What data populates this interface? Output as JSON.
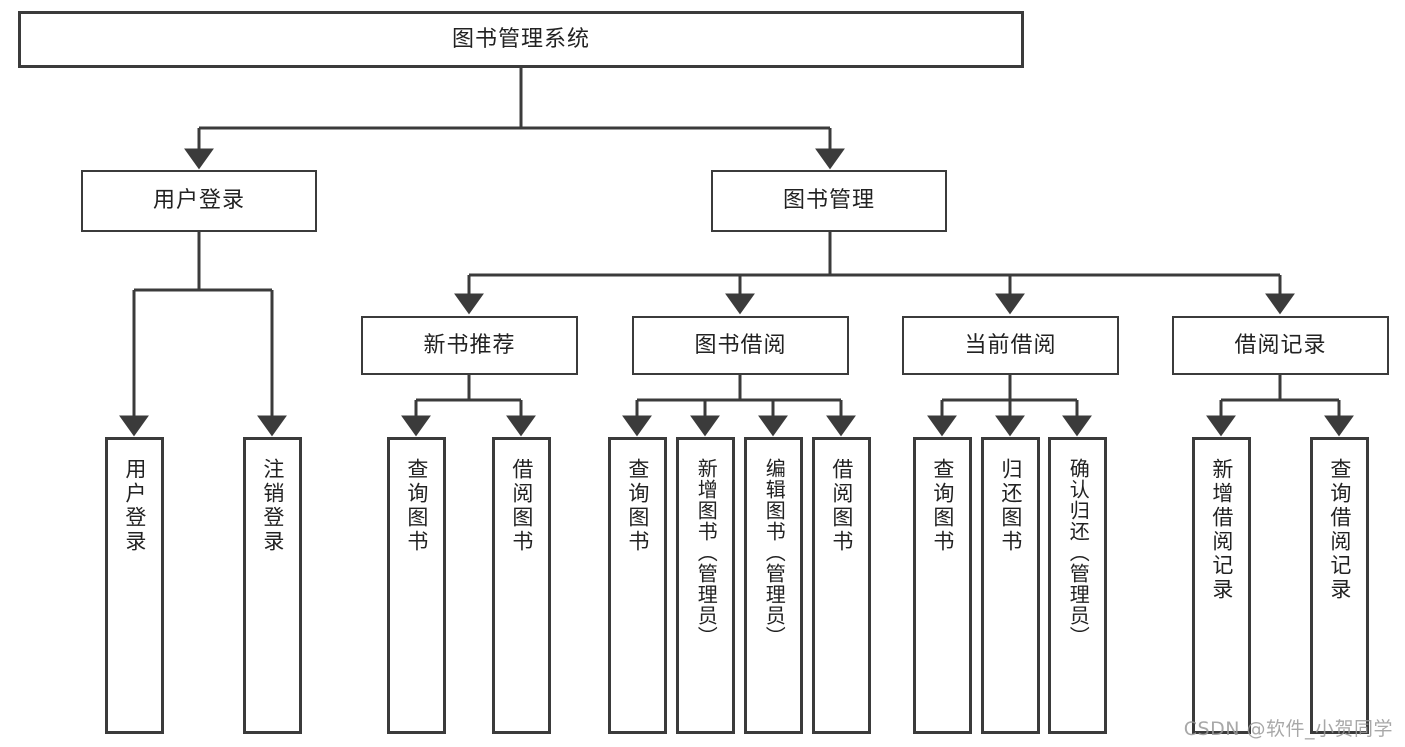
{
  "diagram": {
    "title": "图书管理系统",
    "type": "tree-hierarchy",
    "watermark": "CSDN @软件_小贺同学",
    "colors": {
      "box_border": "#3b3b3b",
      "box_fill": "#ffffff",
      "edge": "#3b3b3b",
      "text": "#222222",
      "watermark": "#9a9a9a"
    }
  },
  "nodes": {
    "root": {
      "label": "图书管理系统"
    },
    "level1": [
      {
        "id": "user-login",
        "label": "用户登录"
      },
      {
        "id": "book-manage",
        "label": "图书管理"
      }
    ],
    "level2": [
      {
        "id": "new-book-recommend",
        "label": "新书推荐"
      },
      {
        "id": "book-borrow",
        "label": "图书借阅"
      },
      {
        "id": "current-borrow",
        "label": "当前借阅"
      },
      {
        "id": "borrow-record",
        "label": "借阅记录"
      }
    ],
    "leaves": {
      "user-login": [
        {
          "id": "leaf-user-login",
          "label": "用户登录"
        },
        {
          "id": "leaf-user-logout",
          "label": "注销登录"
        }
      ],
      "new-book-recommend": [
        {
          "id": "leaf-query-book-1",
          "label": "查询图书"
        },
        {
          "id": "leaf-borrow-book-1",
          "label": "借阅图书"
        }
      ],
      "book-borrow": [
        {
          "id": "leaf-query-book-2",
          "label": "查询图书"
        },
        {
          "id": "leaf-add-book",
          "label": "新增图书（管理员）"
        },
        {
          "id": "leaf-edit-book",
          "label": "编辑图书（管理员）"
        },
        {
          "id": "leaf-borrow-book-2",
          "label": "借阅图书"
        }
      ],
      "current-borrow": [
        {
          "id": "leaf-query-book-3",
          "label": "查询图书"
        },
        {
          "id": "leaf-return-book",
          "label": "归还图书"
        },
        {
          "id": "leaf-confirm-return",
          "label": "确认归还（管理员）"
        }
      ],
      "borrow-record": [
        {
          "id": "leaf-add-record",
          "label": "新增借阅记录"
        },
        {
          "id": "leaf-query-record",
          "label": "查询借阅记录"
        }
      ]
    }
  }
}
